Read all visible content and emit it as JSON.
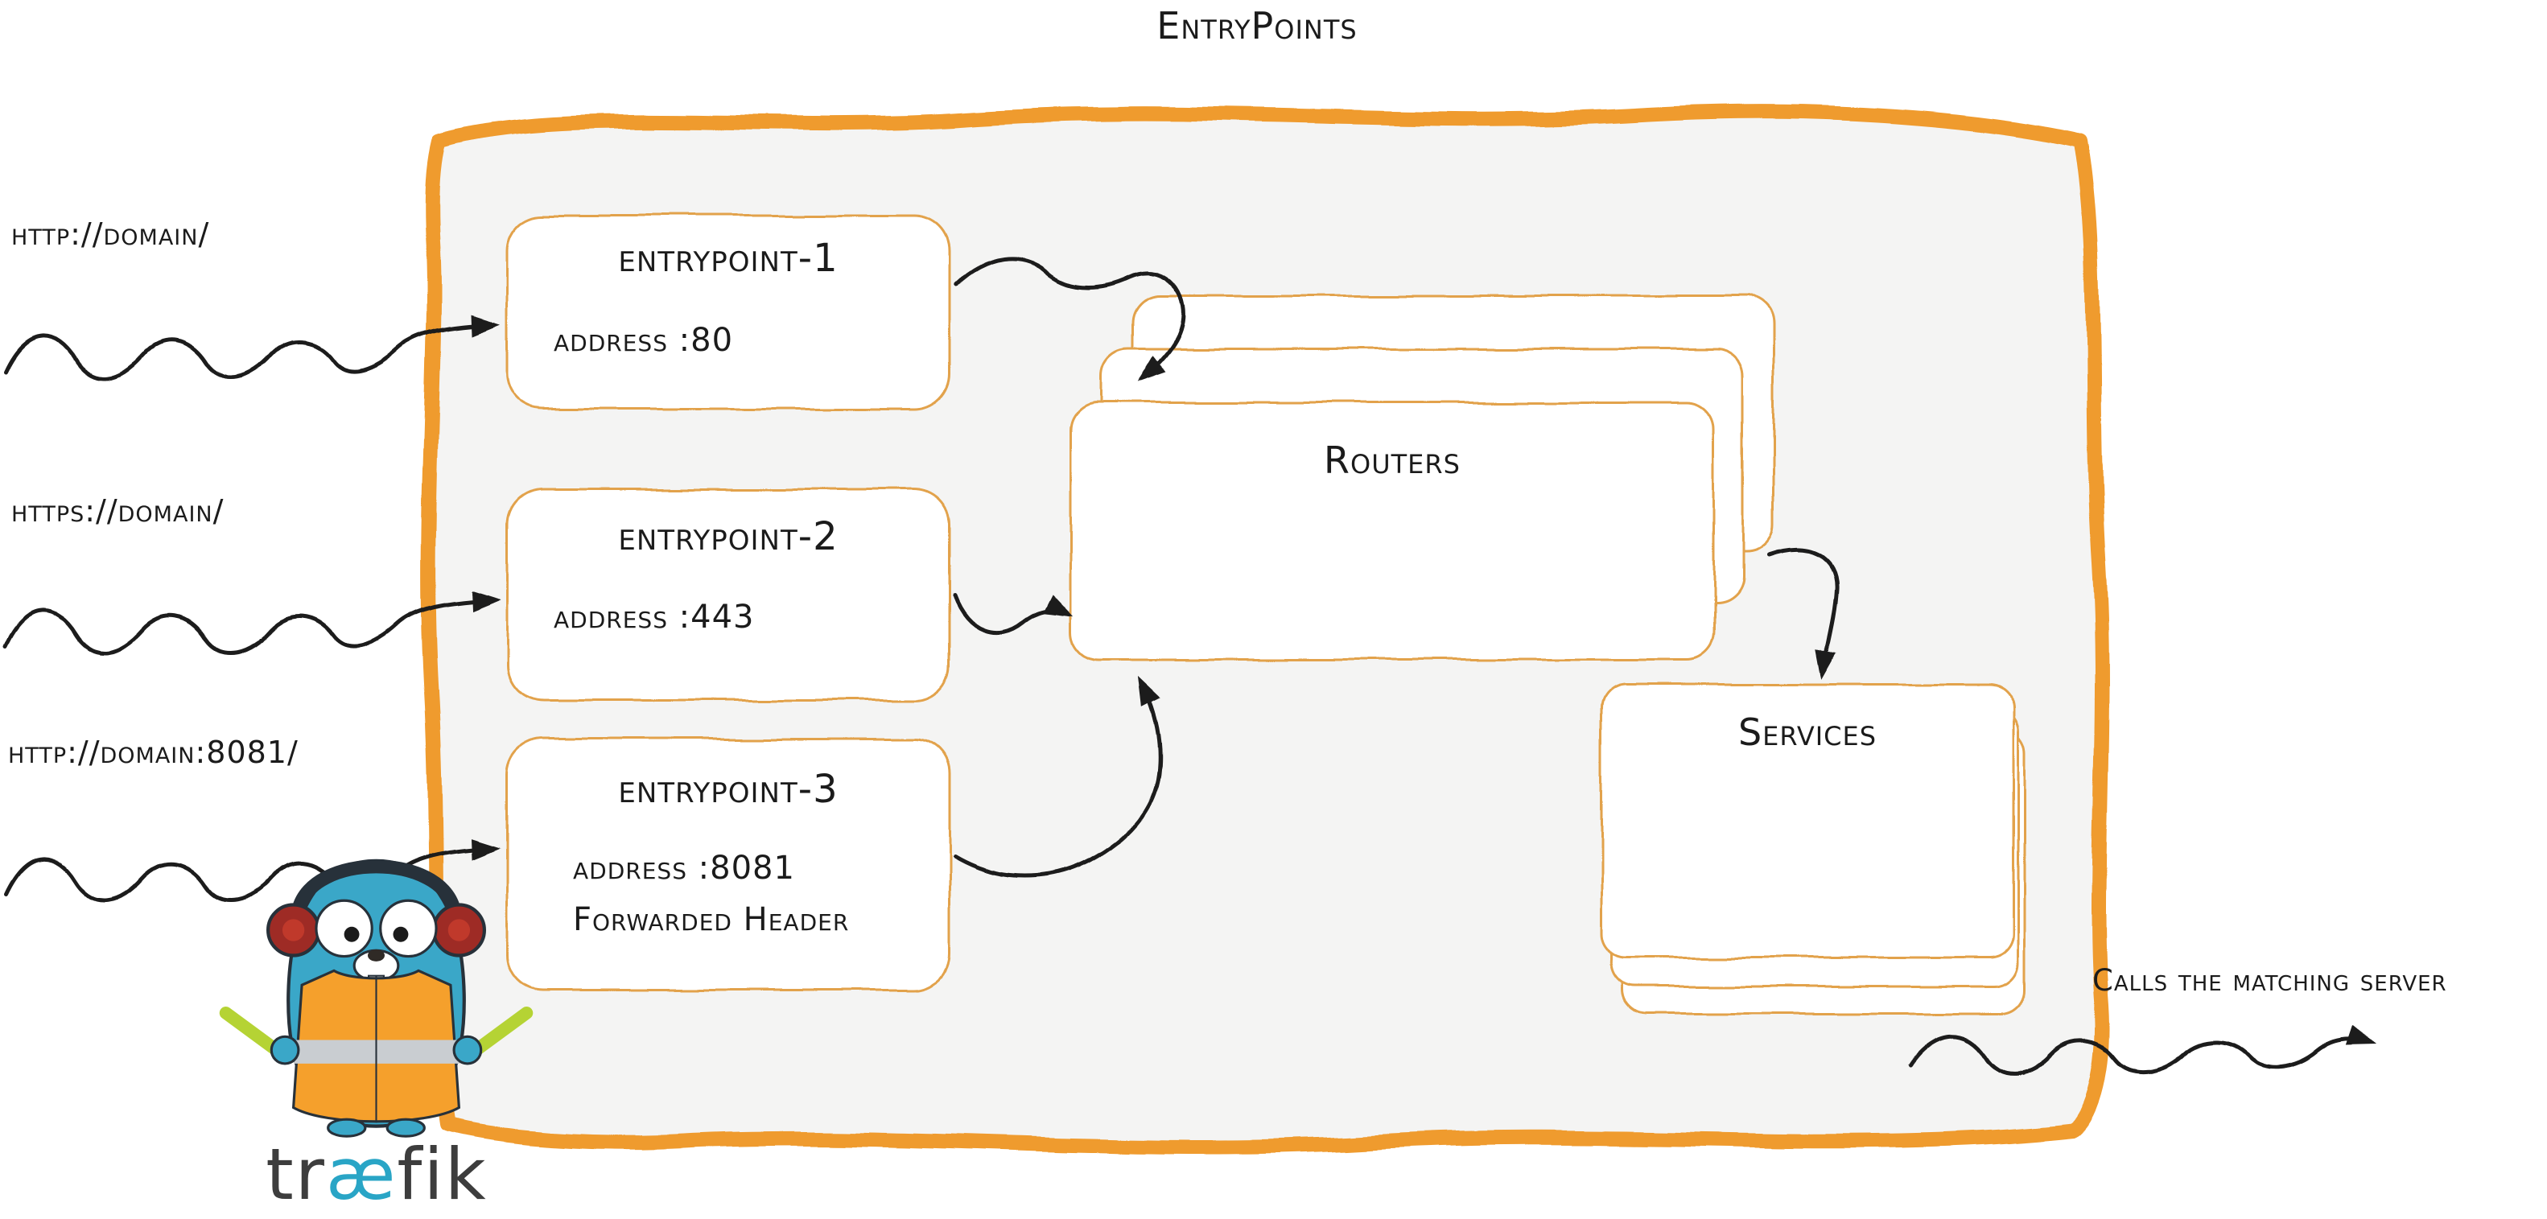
{
  "title": "EntryPoints",
  "inputs": [
    {
      "label": "http://domain/"
    },
    {
      "label": "https://domain/"
    },
    {
      "label": "http://domain:8081/"
    }
  ],
  "entrypoints": [
    {
      "name": "entrypoint-1",
      "address": "address :80"
    },
    {
      "name": "entrypoint-2",
      "address": "address :443"
    },
    {
      "name": "entrypoint-3",
      "address": "address :8081",
      "extra": "Forwarded Header"
    }
  ],
  "routers_label": "Routers",
  "services_label": "Services",
  "output_label": "Calls the matching server",
  "logo": {
    "pre": "tr",
    "ae": "æ",
    "post": "fik"
  },
  "colors": {
    "container_stroke": "#ef9b2f",
    "card_stroke": "#e2a24b",
    "container_fill": "#f4f4f3",
    "arrow": "#1b1b1b",
    "gopher_body": "#3aa7c8",
    "vest": "#f5a02c",
    "glow_stick": "#b5d334",
    "wordmark": "#3d3d3d",
    "wordmark_ae": "#29a5c6"
  }
}
